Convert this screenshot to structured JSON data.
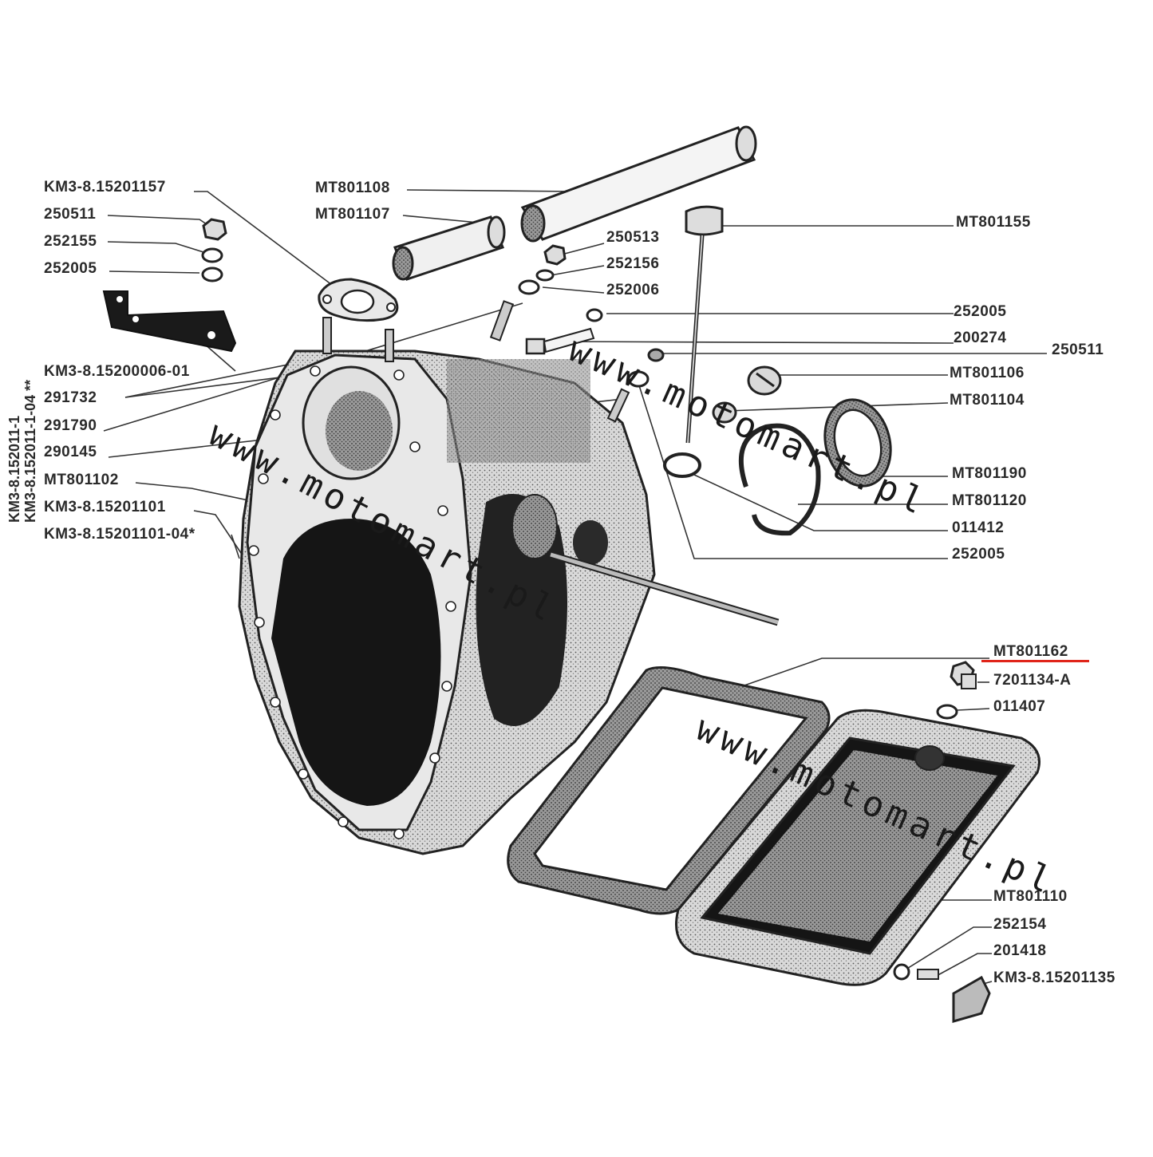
{
  "labels_left": [
    "KM3-8.15201157",
    "250511",
    "252155",
    "252005",
    "KM3-8.15200006-01",
    "291732",
    "291790",
    "290145",
    "MT801102",
    "KM3-8.15201101",
    "KM3-8.15201101-04*"
  ],
  "labels_vertical": [
    "KM3-8.152011-1",
    "KM3-8.152011-1-04 **"
  ],
  "labels_top": [
    "MT801108",
    "MT801107"
  ],
  "labels_mid": [
    "250513",
    "252156",
    "252006"
  ],
  "labels_right": [
    "MT801155",
    "252005",
    "200274",
    "250511",
    "MT801106",
    "MT801104",
    "MT801190",
    "MT801120",
    "011412",
    "252005"
  ],
  "labels_bottom_right": [
    "MT801162",
    "7201134-A",
    "011407",
    "MT801110",
    "252154",
    "201418",
    "KM3-8.15201135"
  ],
  "highlighted_part": "MT801162",
  "watermark": "www.motomart.pl",
  "colors": {
    "highlight": "#e0251a",
    "ink": "#2a2a2a"
  }
}
